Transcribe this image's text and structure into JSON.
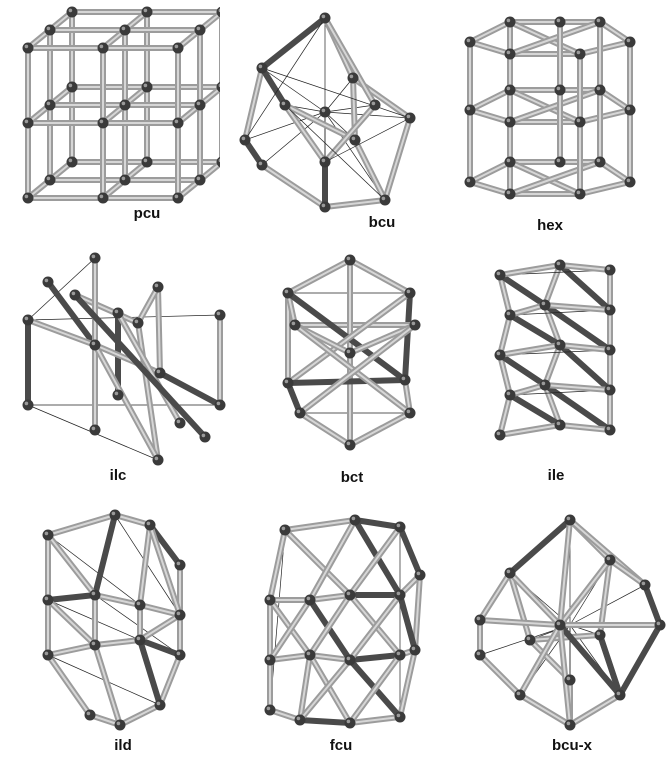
{
  "figure": {
    "panels": [
      {
        "id": "pcu",
        "label": "pcu"
      },
      {
        "id": "bcu",
        "label": "bcu"
      },
      {
        "id": "hex",
        "label": "hex"
      },
      {
        "id": "ilc",
        "label": "ilc"
      },
      {
        "id": "bct",
        "label": "bct"
      },
      {
        "id": "ile",
        "label": "ile"
      },
      {
        "id": "ild",
        "label": "ild"
      },
      {
        "id": "fcu",
        "label": "fcu"
      },
      {
        "id": "bcu-x",
        "label": "bcu-x"
      }
    ],
    "colors": {
      "rod": "#9c9c9c",
      "rod_highlight": "#d6d6d6",
      "rod_dark": "#4a4a4a",
      "node": "#3a3a3a",
      "thin_line": "#222222",
      "background": "#ffffff"
    }
  }
}
